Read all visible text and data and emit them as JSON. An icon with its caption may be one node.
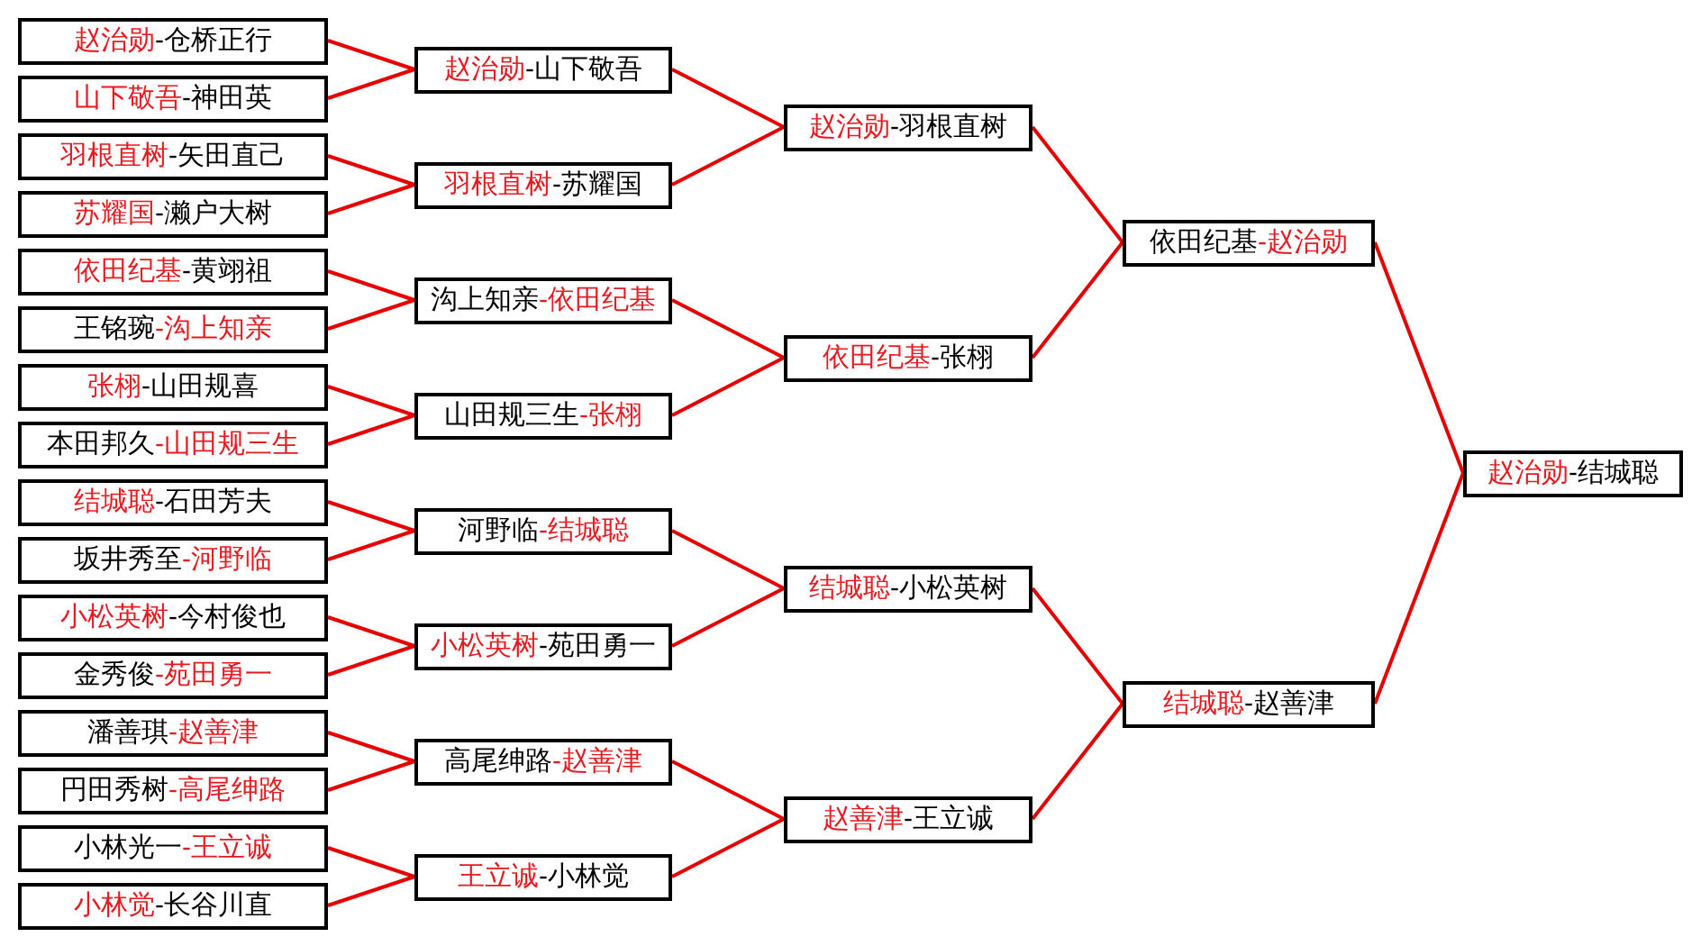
{
  "diagram": {
    "nodes": [
      {
        "text": [
          "赵治勋-仓桥正行"
        ]
      },
      {
        "text": [
          "山下敬吾-神田英"
        ]
      },
      {
        "text": [
          "羽根直树-矢田直己"
        ]
      },
      {
        "text": [
          "苏耀国-濑户大树"
        ]
      },
      {
        "text": [
          "依田纪基-黄翊祖"
        ]
      },
      {
        "text": [
          "王铭琬-沟上知亲"
        ]
      },
      {
        "text": [
          "张栩-山田规喜"
        ]
      },
      {
        "text": [
          "本田邦久-山田规三生"
        ]
      },
      {
        "text": [
          "结城聪-石田芳夫"
        ]
      },
      {
        "text": [
          "坂井秀至-河野临"
        ]
      },
      {
        "text": [
          "小松英树-今村俊也"
        ]
      },
      {
        "text": [
          "金秀俊-苑田勇一"
        ]
      },
      {
        "text": [
          "潘善琪-赵善津"
        ]
      },
      {
        "text": [
          "円田秀树-高尾绅路"
        ]
      },
      {
        "text": [
          "小林光一-王立诚"
        ]
      },
      {
        "text": [
          "小林觉-长谷川直"
        ]
      },
      {
        "text": [
          "赵治勋-山下敬吾"
        ]
      },
      {
        "text": [
          "羽根直树-苏耀国"
        ]
      },
      {
        "text": [
          "沟上知亲-依田纪基"
        ]
      },
      {
        "text": [
          "山田规三生-张栩"
        ]
      },
      {
        "text": [
          "河野临-结城聪"
        ]
      },
      {
        "text": [
          "小松英树-苑田勇一"
        ]
      },
      {
        "text": [
          "高尾绅路-赵善津"
        ]
      },
      {
        "text": [
          "王立诚-小林觉"
        ]
      },
      {
        "text": [
          "赵治勋-羽根直树"
        ]
      },
      {
        "text": [
          "依田纪基-张栩"
        ]
      },
      {
        "text": [
          "结城聪-小松英树"
        ]
      },
      {
        "text": [
          "赵善津-王立诚"
        ]
      },
      {
        "text": [
          "依田纪基-赵治勋"
        ]
      },
      {
        "text": [
          "结城聪-赵善津"
        ]
      },
      {
        "text": [
          "赵治勋-结城聪"
        ]
      }
    ],
    "edges": [
      {
        "from": 0,
        "to": 16,
        "arrow": "none"
      },
      {
        "from": 1,
        "to": 16,
        "arrow": "none"
      },
      {
        "from": 2,
        "to": 17,
        "arrow": "none"
      },
      {
        "from": 3,
        "to": 17,
        "arrow": "none"
      },
      {
        "from": 4,
        "to": 18,
        "arrow": "none"
      },
      {
        "from": 5,
        "to": 18,
        "arrow": "none"
      },
      {
        "from": 6,
        "to": 19,
        "arrow": "none"
      },
      {
        "from": 7,
        "to": 19,
        "arrow": "none"
      },
      {
        "from": 8,
        "to": 20,
        "arrow": "none"
      },
      {
        "from": 9,
        "to": 20,
        "arrow": "none"
      },
      {
        "from": 10,
        "to": 21,
        "arrow": "none"
      },
      {
        "from": 11,
        "to": 21,
        "arrow": "none"
      },
      {
        "from": 12,
        "to": 22,
        "arrow": "none"
      },
      {
        "from": 13,
        "to": 22,
        "arrow": "none"
      },
      {
        "from": 14,
        "to": 23,
        "arrow": "none"
      },
      {
        "from": 15,
        "to": 23,
        "arrow": "none"
      },
      {
        "from": 16,
        "to": 24,
        "arrow": "none"
      },
      {
        "from": 17,
        "to": 24,
        "arrow": "none"
      },
      {
        "from": 18,
        "to": 25,
        "arrow": "none"
      },
      {
        "from": 19,
        "to": 25,
        "arrow": "none"
      },
      {
        "from": 20,
        "to": 26,
        "arrow": "none"
      },
      {
        "from": 21,
        "to": 26,
        "arrow": "none"
      },
      {
        "from": 22,
        "to": 27,
        "arrow": "none"
      },
      {
        "from": 23,
        "to": 27,
        "arrow": "none"
      },
      {
        "from": 24,
        "to": 28,
        "arrow": "none"
      },
      {
        "from": 25,
        "to": 28,
        "arrow": "none"
      },
      {
        "from": 26,
        "to": 29,
        "arrow": "none"
      },
      {
        "from": 27,
        "to": 29,
        "arrow": "none"
      },
      {
        "from": 28,
        "to": 30,
        "arrow": "none"
      },
      {
        "from": 29,
        "to": 30,
        "arrow": "none"
      }
    ]
  }
}
